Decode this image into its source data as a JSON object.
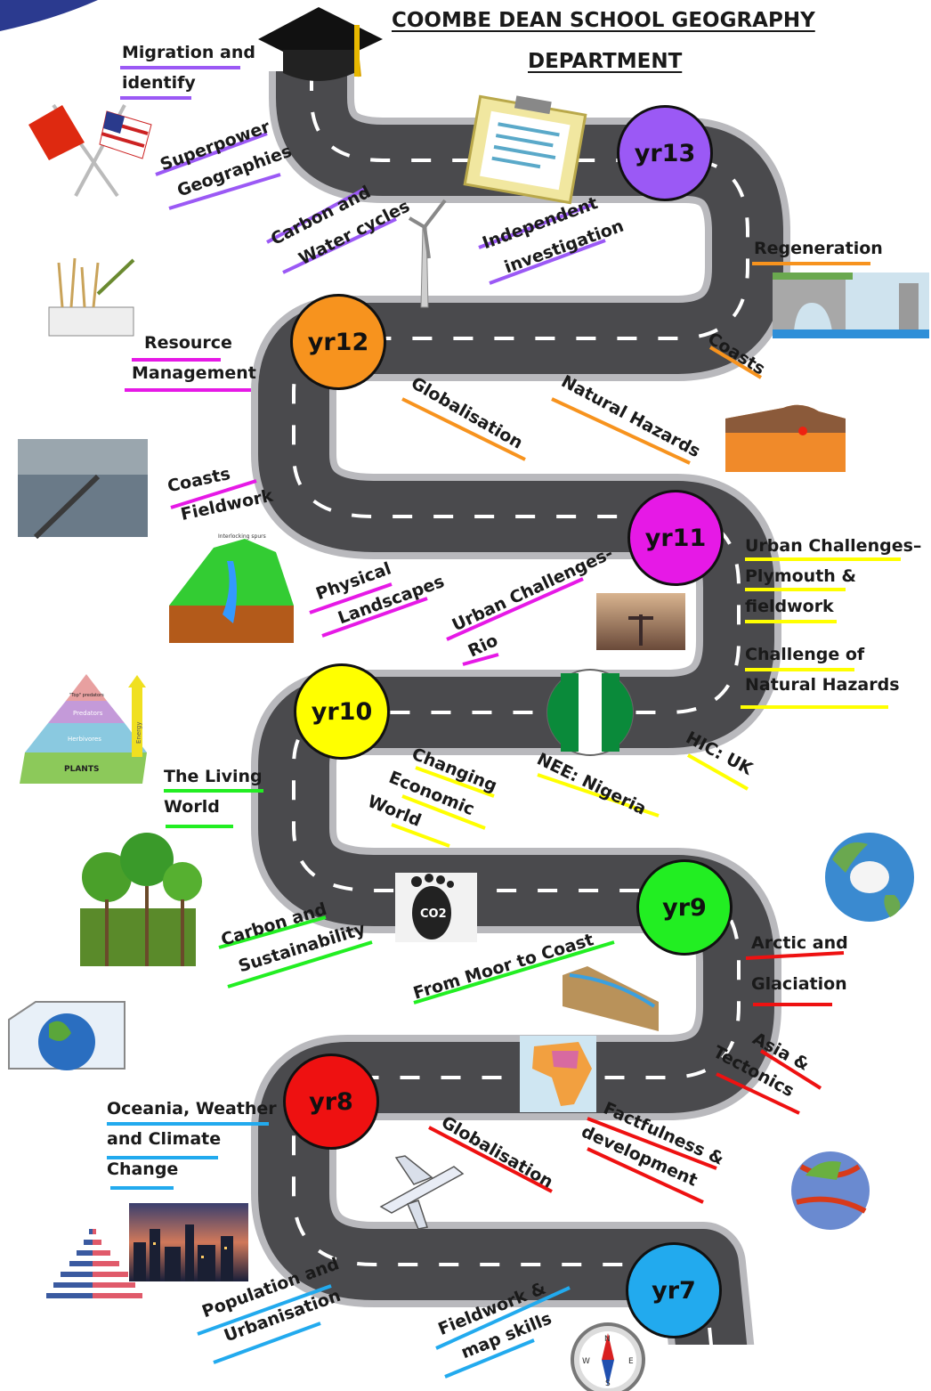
{
  "title": {
    "line1": "COOMBE DEAN SCHOOL GEOGRAPHY",
    "line2": "DEPARTMENT"
  },
  "colors": {
    "road": "#4a4a4d",
    "road_edge": "#b9b9bd",
    "dash": "#ffffff",
    "yr13": "#9b59f5",
    "yr12": "#f7931e",
    "yr11": "#e619e6",
    "yr10": "#ffff00",
    "yr9": "#22ee22",
    "yr8": "#ee1111",
    "yr7": "#22aaee"
  },
  "milestones": [
    {
      "key": "yr13",
      "label": "yr13"
    },
    {
      "key": "yr12",
      "label": "yr12"
    },
    {
      "key": "yr11",
      "label": "yr11"
    },
    {
      "key": "yr10",
      "label": "yr10"
    },
    {
      "key": "yr9",
      "label": "yr9"
    },
    {
      "key": "yr8",
      "label": "yr8"
    },
    {
      "key": "yr7",
      "label": "yr7"
    }
  ],
  "topics": {
    "migration_line1": "Migration and",
    "migration_line2": "identify",
    "superpower_line1": "Superpower",
    "superpower_line2": "Geographies",
    "carbon_water_line1": "Carbon and",
    "carbon_water_line2": "Water cycles",
    "independent_line1": "Independent",
    "independent_line2": "investigation",
    "regeneration": "Regeneration",
    "coasts_yr12": "Coasts",
    "resource_line1": "Resource",
    "resource_line2": "Management",
    "globalisation_yr12": "Globalisation",
    "natural_hazards": "Natural Hazards",
    "coasts_fieldwork_line1": "Coasts",
    "coasts_fieldwork_line2": "Fieldwork",
    "physical_line1": "Physical",
    "physical_line2": "Landscapes",
    "urban_rio_line1": "Urban Challenges-",
    "urban_rio_line2": "Rio",
    "urban_plymouth_line1": "Urban Challenges–",
    "urban_plymouth_line2": "Plymouth &",
    "urban_plymouth_line3": "fieldwork",
    "challenge_hazards_line1": "Challenge of",
    "challenge_hazards_line2": "Natural Hazards",
    "hic_uk": "HIC: UK",
    "nee_nigeria": "NEE: Nigeria",
    "changing_line1": "Changing",
    "changing_line2": "Economic",
    "changing_line3": "World",
    "living_line1": "The Living",
    "living_line2": "World",
    "carbon_sust_line1": "Carbon and",
    "carbon_sust_line2": "Sustainability",
    "moor_coast": "From Moor to Coast",
    "arctic_line1": "Arctic and",
    "arctic_line2": "Glaciation",
    "asia_line1": "Asia &",
    "asia_line2": "Tectonics",
    "oceania_line1": "Oceania, Weather",
    "oceania_line2": "and Climate",
    "oceania_line3": "Change",
    "globalisation_yr8": "Globalisation",
    "factfulness_line1": "Factfulness &",
    "factfulness_line2": "development",
    "population_line1": "Population and",
    "population_line2": "Urbanisation",
    "fieldwork_map_line1": "Fieldwork &",
    "fieldwork_map_line2": "map skills"
  },
  "images": {
    "pyramid_top": "\"Top\" predators",
    "pyramid_mid1": "Predators",
    "pyramid_mid2": "Herbivores",
    "pyramid_base": "PLANTS",
    "pyramid_arrow": "Energy",
    "co2": "CO2",
    "compass_n": "N",
    "compass_s": "S",
    "compass_e": "E",
    "compass_w": "W",
    "landscape_top": "Interlocking spurs"
  }
}
